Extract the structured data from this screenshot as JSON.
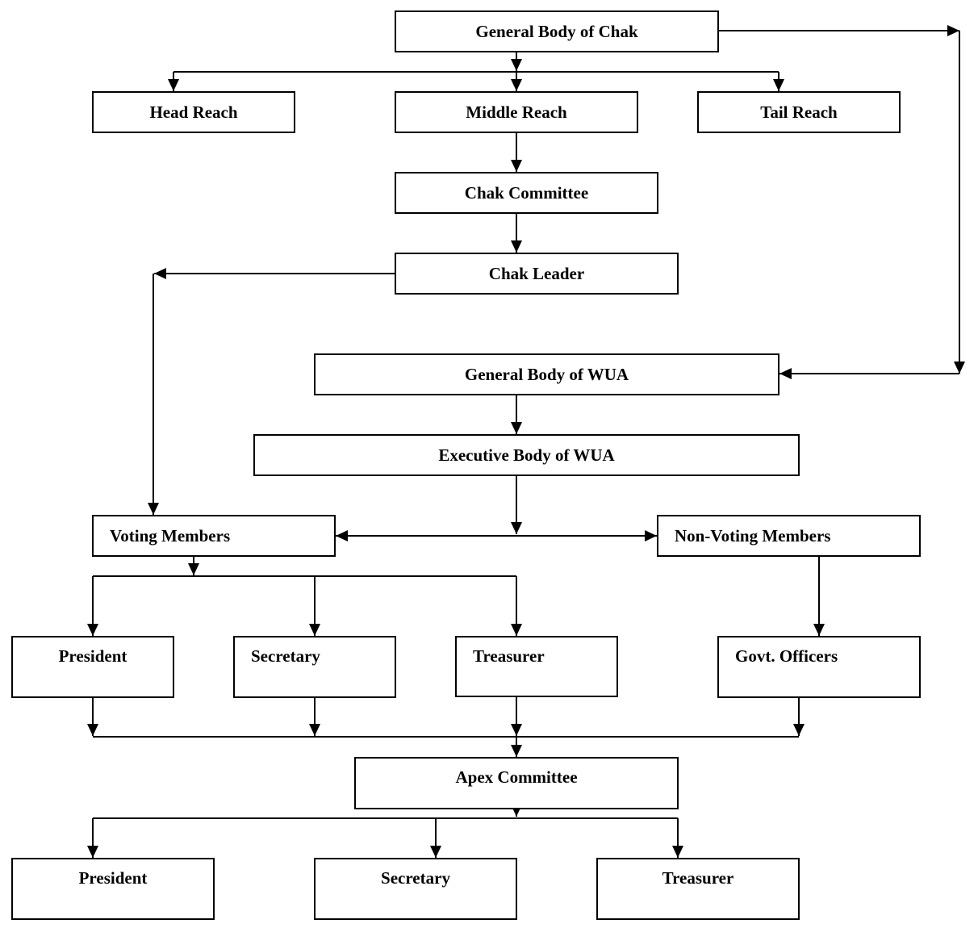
{
  "diagram": {
    "nodes": {
      "general_body_chak": "General Body of Chak",
      "head_reach": "Head Reach",
      "middle_reach": "Middle Reach",
      "tail_reach": "Tail Reach",
      "chak_committee": "Chak Committee",
      "chak_leader": "Chak Leader",
      "general_body_wua": "General Body of WUA",
      "executive_body_wua": "Executive Body of WUA",
      "voting_members": "Voting Members",
      "non_voting_members": "Non-Voting Members",
      "president": "President",
      "secretary": "Secretary",
      "treasurer": "Treasurer",
      "govt_officers": "Govt. Officers",
      "apex_committee": "Apex Committee",
      "apex_president": "President",
      "apex_secretary": "Secretary",
      "apex_treasurer": "Treasurer"
    },
    "edges": [
      {
        "from": "general_body_chak",
        "to": "head_reach"
      },
      {
        "from": "general_body_chak",
        "to": "middle_reach"
      },
      {
        "from": "general_body_chak",
        "to": "tail_reach"
      },
      {
        "from": "general_body_chak",
        "to": "general_body_wua"
      },
      {
        "from": "middle_reach",
        "to": "chak_committee"
      },
      {
        "from": "chak_committee",
        "to": "chak_leader"
      },
      {
        "from": "chak_leader",
        "to": "voting_members"
      },
      {
        "from": "general_body_wua",
        "to": "executive_body_wua"
      },
      {
        "from": "executive_body_wua",
        "to": "voting_members"
      },
      {
        "from": "executive_body_wua",
        "to": "non_voting_members"
      },
      {
        "from": "voting_members",
        "to": "president"
      },
      {
        "from": "voting_members",
        "to": "secretary"
      },
      {
        "from": "voting_members",
        "to": "treasurer"
      },
      {
        "from": "non_voting_members",
        "to": "govt_officers"
      },
      {
        "from": "president",
        "to": "apex_committee"
      },
      {
        "from": "secretary",
        "to": "apex_committee"
      },
      {
        "from": "treasurer",
        "to": "apex_committee"
      },
      {
        "from": "govt_officers",
        "to": "apex_committee"
      },
      {
        "from": "apex_committee",
        "to": "apex_president"
      },
      {
        "from": "apex_committee",
        "to": "apex_secretary"
      },
      {
        "from": "apex_committee",
        "to": "apex_treasurer"
      }
    ],
    "line_color": "#000000",
    "box_border_color": "#000000"
  }
}
